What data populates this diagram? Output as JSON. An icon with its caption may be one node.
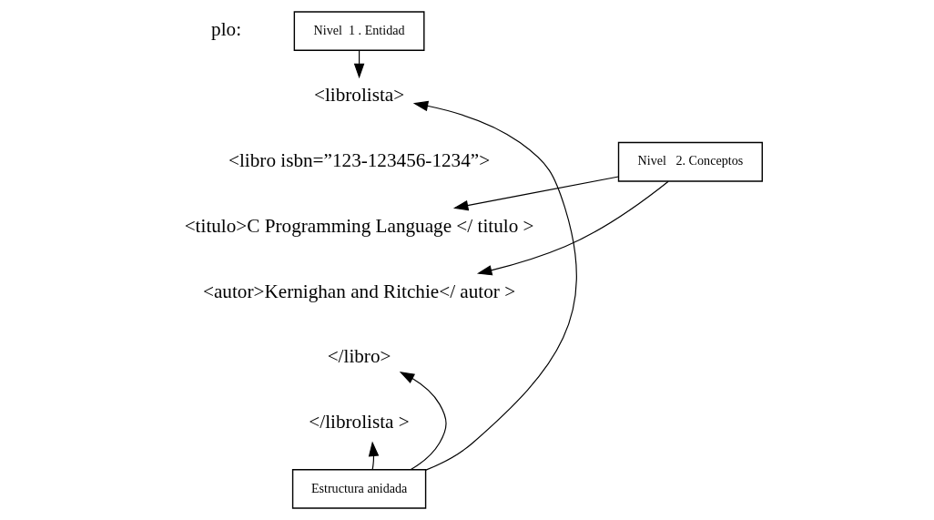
{
  "diagram": {
    "nodes": [
      {
        "text": [
          "Nivel  1 . Entidad"
        ]
      },
      {
        "text": [
          "<librolista>"
        ]
      },
      {
        "text": [
          "Nivel   2. Conceptos"
        ]
      },
      {
        "text": [
          "<libro isbn=”123-123456-1234”>"
        ]
      },
      {
        "text": [
          "<titulo>C Programming Language </ titulo >"
        ]
      },
      {
        "text": [
          "<autor>Kernighan and Ritchie</ autor >"
        ]
      },
      {
        "text": [
          "</libro>"
        ]
      },
      {
        "text": [
          "</librolista >"
        ]
      },
      {
        "text": [
          "Estructura anidada"
        ]
      }
    ],
    "edges": [
      {
        "from": 0,
        "to": 1,
        "arrow": "to"
      },
      {
        "from": 2,
        "to": 4,
        "arrow": "to"
      },
      {
        "from": 2,
        "to": 5,
        "arrow": "to"
      },
      {
        "from": 8,
        "to": 1,
        "arrow": "to"
      },
      {
        "from": 8,
        "to": 6,
        "arrow": "to"
      },
      {
        "from": 8,
        "to": 7,
        "arrow": "to"
      }
    ],
    "labels": [
      "plo:"
    ]
  }
}
